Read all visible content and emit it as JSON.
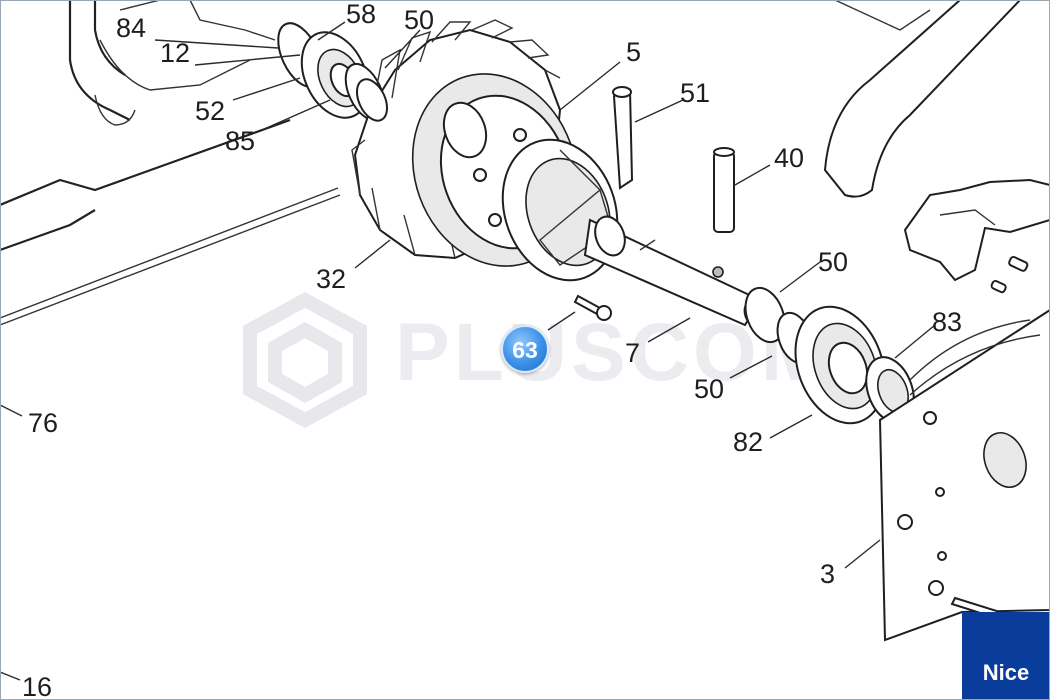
{
  "watermark": {
    "text": "PLUSCOM"
  },
  "callouts": {
    "c84": "84",
    "c12": "12",
    "c58": "58",
    "c50a": "50",
    "c5": "5",
    "c51": "51",
    "c40": "40",
    "c52": "52",
    "c85": "85",
    "c32": "32",
    "c50b": "50",
    "c83": "83",
    "c7": "7",
    "c50c": "50",
    "c82": "82",
    "c76": "76",
    "c3": "3",
    "c16": "16"
  },
  "hotspot": {
    "label": "63",
    "color": "#3a8fe6"
  },
  "brand": {
    "name": "Nice",
    "color": "#0a3c9c"
  }
}
